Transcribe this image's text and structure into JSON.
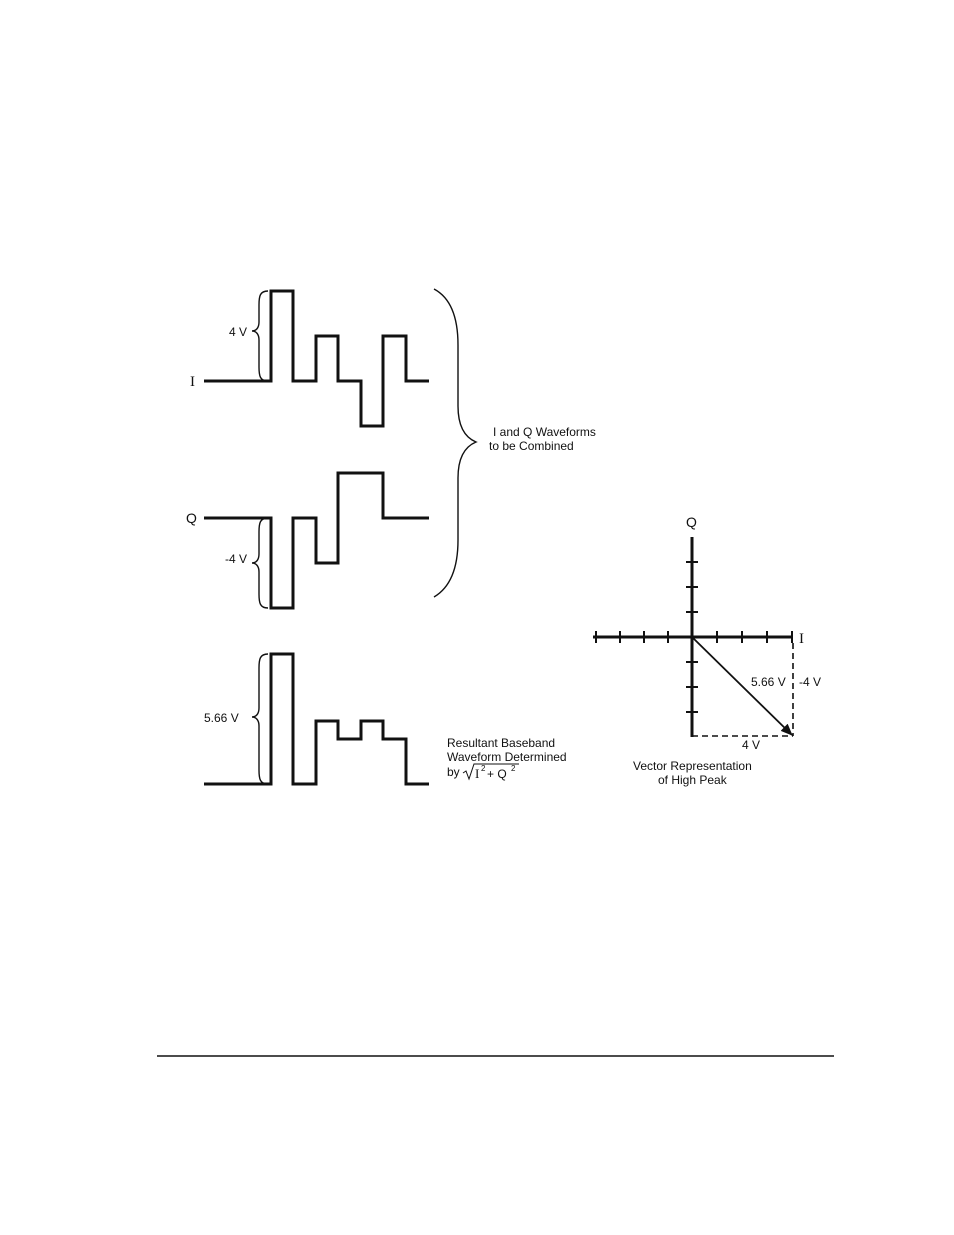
{
  "i_trace": {
    "label": "I",
    "amplitude_label": "4 V"
  },
  "q_trace": {
    "label": "Q",
    "amplitude_label": "-4 V"
  },
  "combined_note": {
    "line1": "I and Q Waveforms",
    "line2": "to be Combined"
  },
  "resultant": {
    "amplitude_label": "5.66 V",
    "caption_line1": "Resultant Baseband",
    "caption_line2": "Waveform Determined",
    "caption_by": "by",
    "formula_i": "I",
    "formula_plus_q": "+ Q",
    "formula_exp": "2"
  },
  "vector": {
    "q_axis_label": "Q",
    "i_axis_label": "I",
    "magnitude_label": "5.66 V",
    "q_component_label": "-4 V",
    "i_component_label": "4 V",
    "caption_line1": "Vector Representation",
    "caption_line2": "of High Peak"
  }
}
